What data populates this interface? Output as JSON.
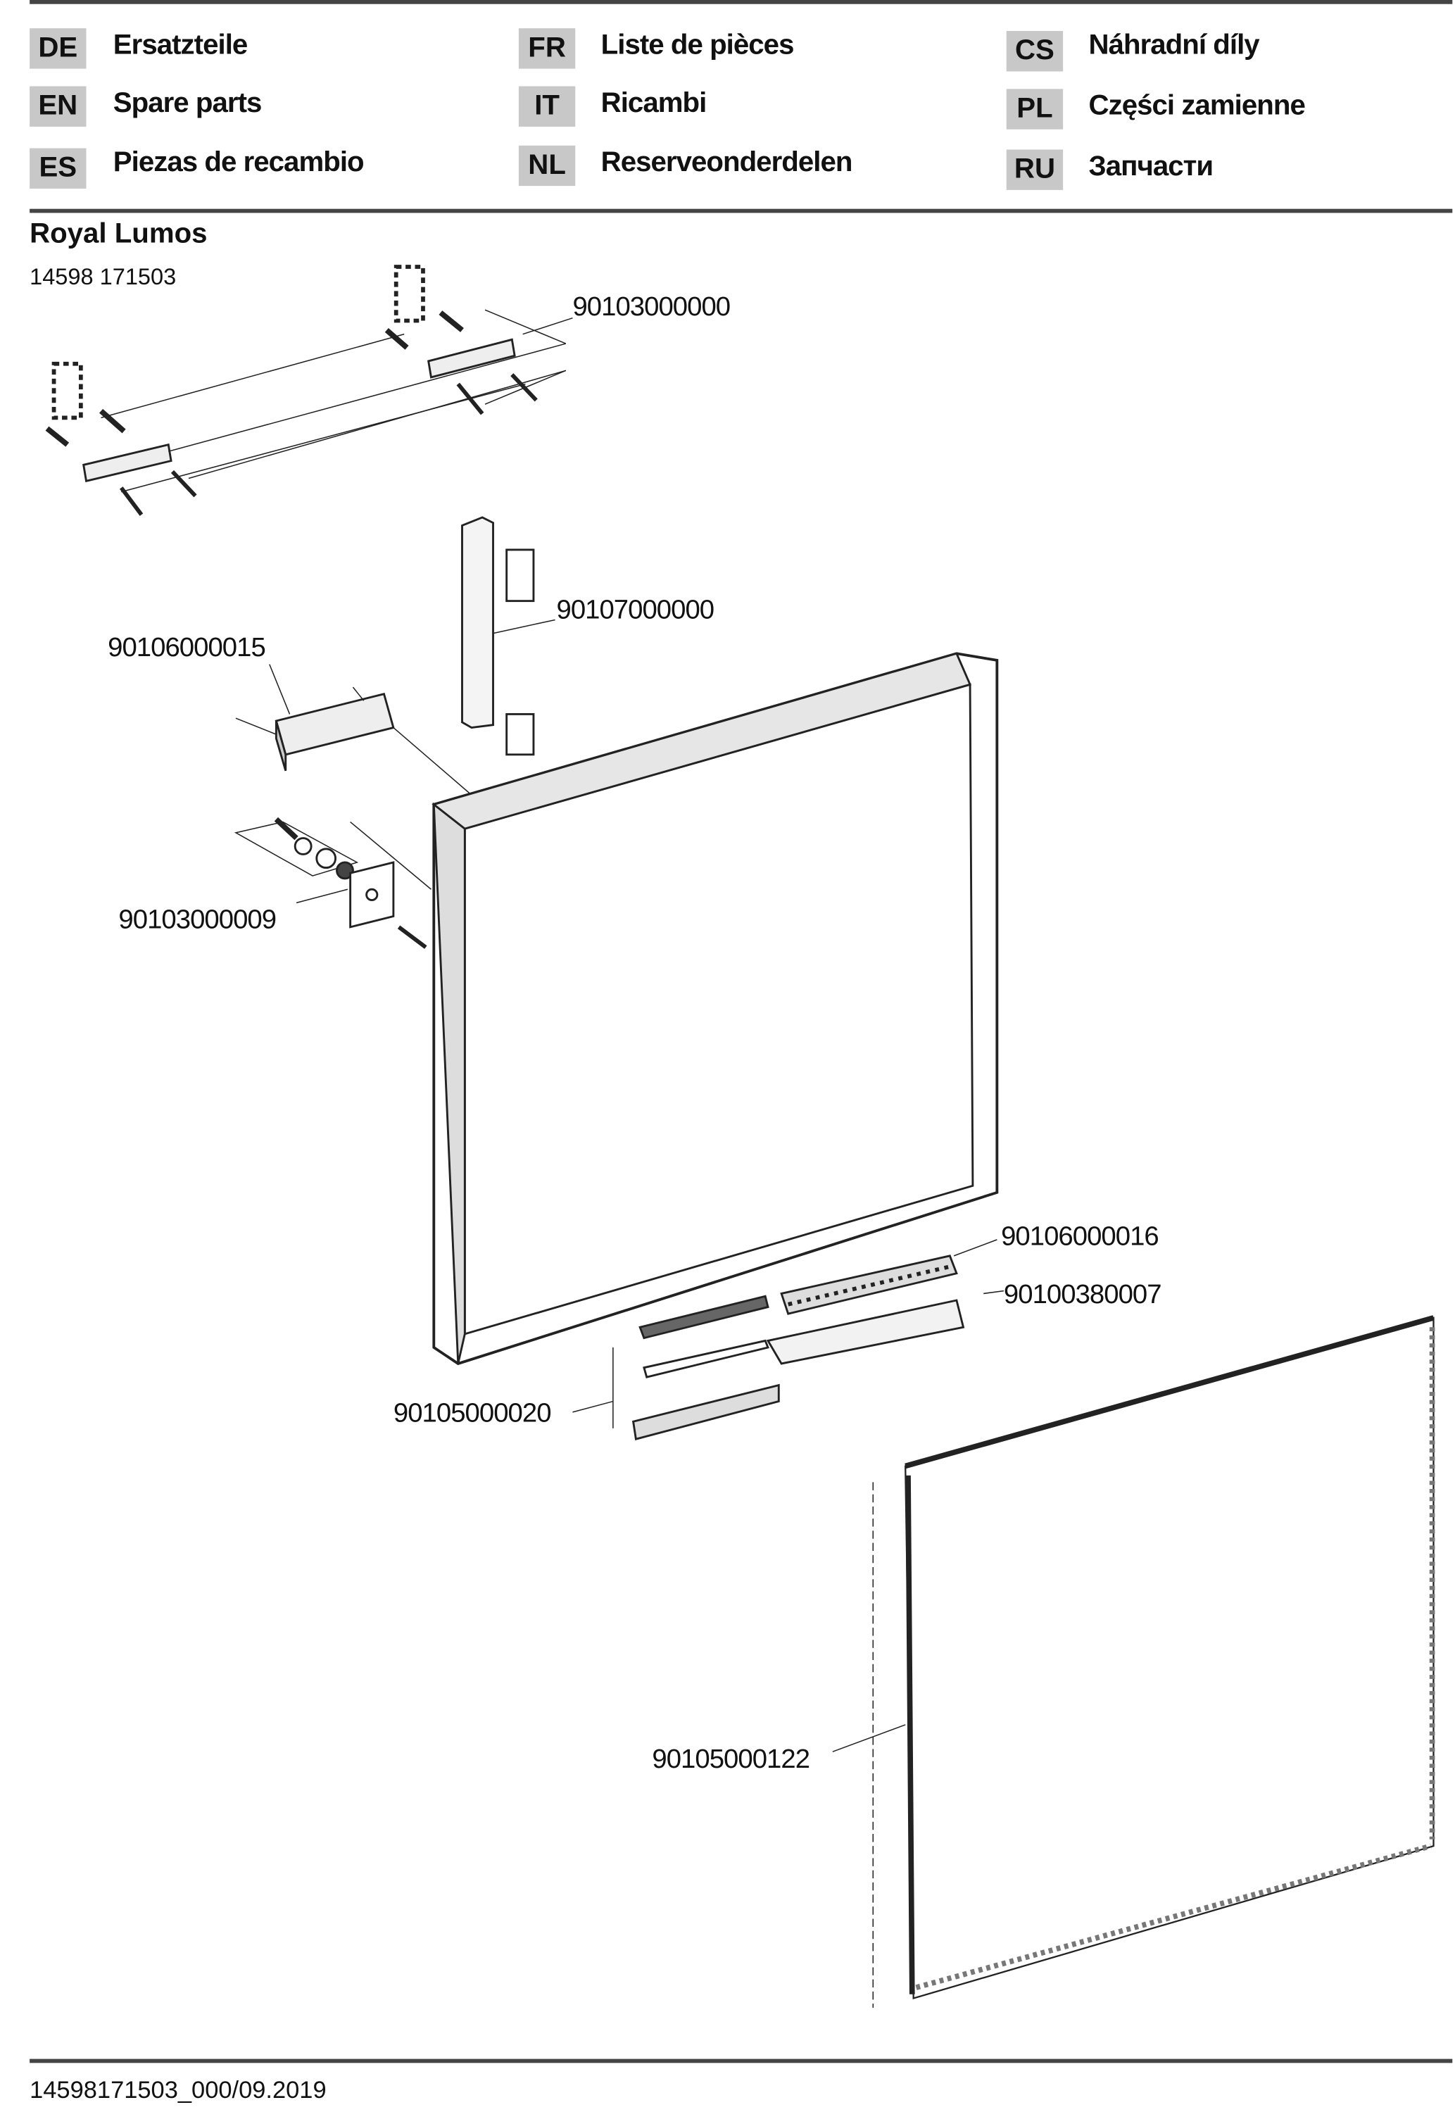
{
  "languages": [
    {
      "code": "DE",
      "label": "Ersatzteile"
    },
    {
      "code": "EN",
      "label": "Spare parts"
    },
    {
      "code": "ES",
      "label": "Piezas de recambio"
    },
    {
      "code": "FR",
      "label": "Liste de pièces"
    },
    {
      "code": "IT",
      "label": "Ricambi"
    },
    {
      "code": "NL",
      "label": "Reserveonderdelen"
    },
    {
      "code": "CS",
      "label": "Náhradní díly"
    },
    {
      "code": "PL",
      "label": "Części zamienne"
    },
    {
      "code": "RU",
      "label": "Запчасти"
    }
  ],
  "product": {
    "name": "Royal Lumos",
    "number": "14598 171503"
  },
  "parts": {
    "wall_brackets": "90103000000",
    "side_profile": "90107000000",
    "driver_box": "90106000015",
    "mount_kit": "90103000009",
    "switch_module": "90106000016",
    "bottom_holder": "90100380007",
    "led_strip_cover": "90105000020",
    "mirror_glass": "90105000122"
  },
  "footer": {
    "doc_code": "14598171503_000/09.2019"
  }
}
